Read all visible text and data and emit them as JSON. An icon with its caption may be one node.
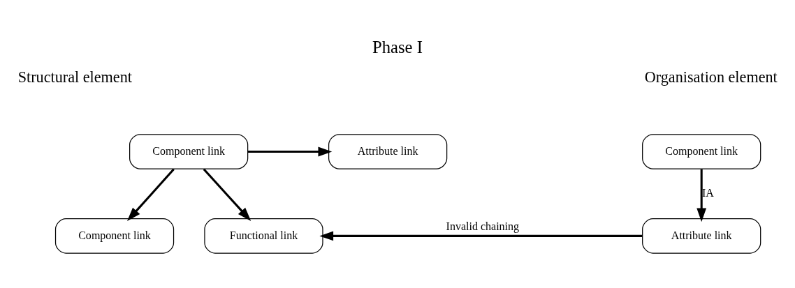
{
  "diagram": {
    "title": "Phase I",
    "nodes": [
      {
        "text": [
          "Component link"
        ]
      },
      {
        "text": [
          "Attribute link"
        ]
      },
      {
        "text": [
          "Component link"
        ]
      },
      {
        "text": [
          "Functional link"
        ]
      },
      {
        "text": [
          "Component link"
        ]
      },
      {
        "text": [
          "Attribute link"
        ]
      }
    ],
    "edges": [
      {
        "from": 0,
        "to": 1,
        "arrow": "to"
      },
      {
        "from": 0,
        "to": 2,
        "arrow": "to"
      },
      {
        "from": 0,
        "to": 3,
        "arrow": "to"
      },
      {
        "from": 4,
        "to": 5,
        "arrow": "to",
        "label": "IA"
      },
      {
        "from": 5,
        "to": 3,
        "arrow": "to",
        "label": "Invalid chaining"
      }
    ],
    "labels": [
      "Structural element",
      "Organisation element"
    ]
  }
}
